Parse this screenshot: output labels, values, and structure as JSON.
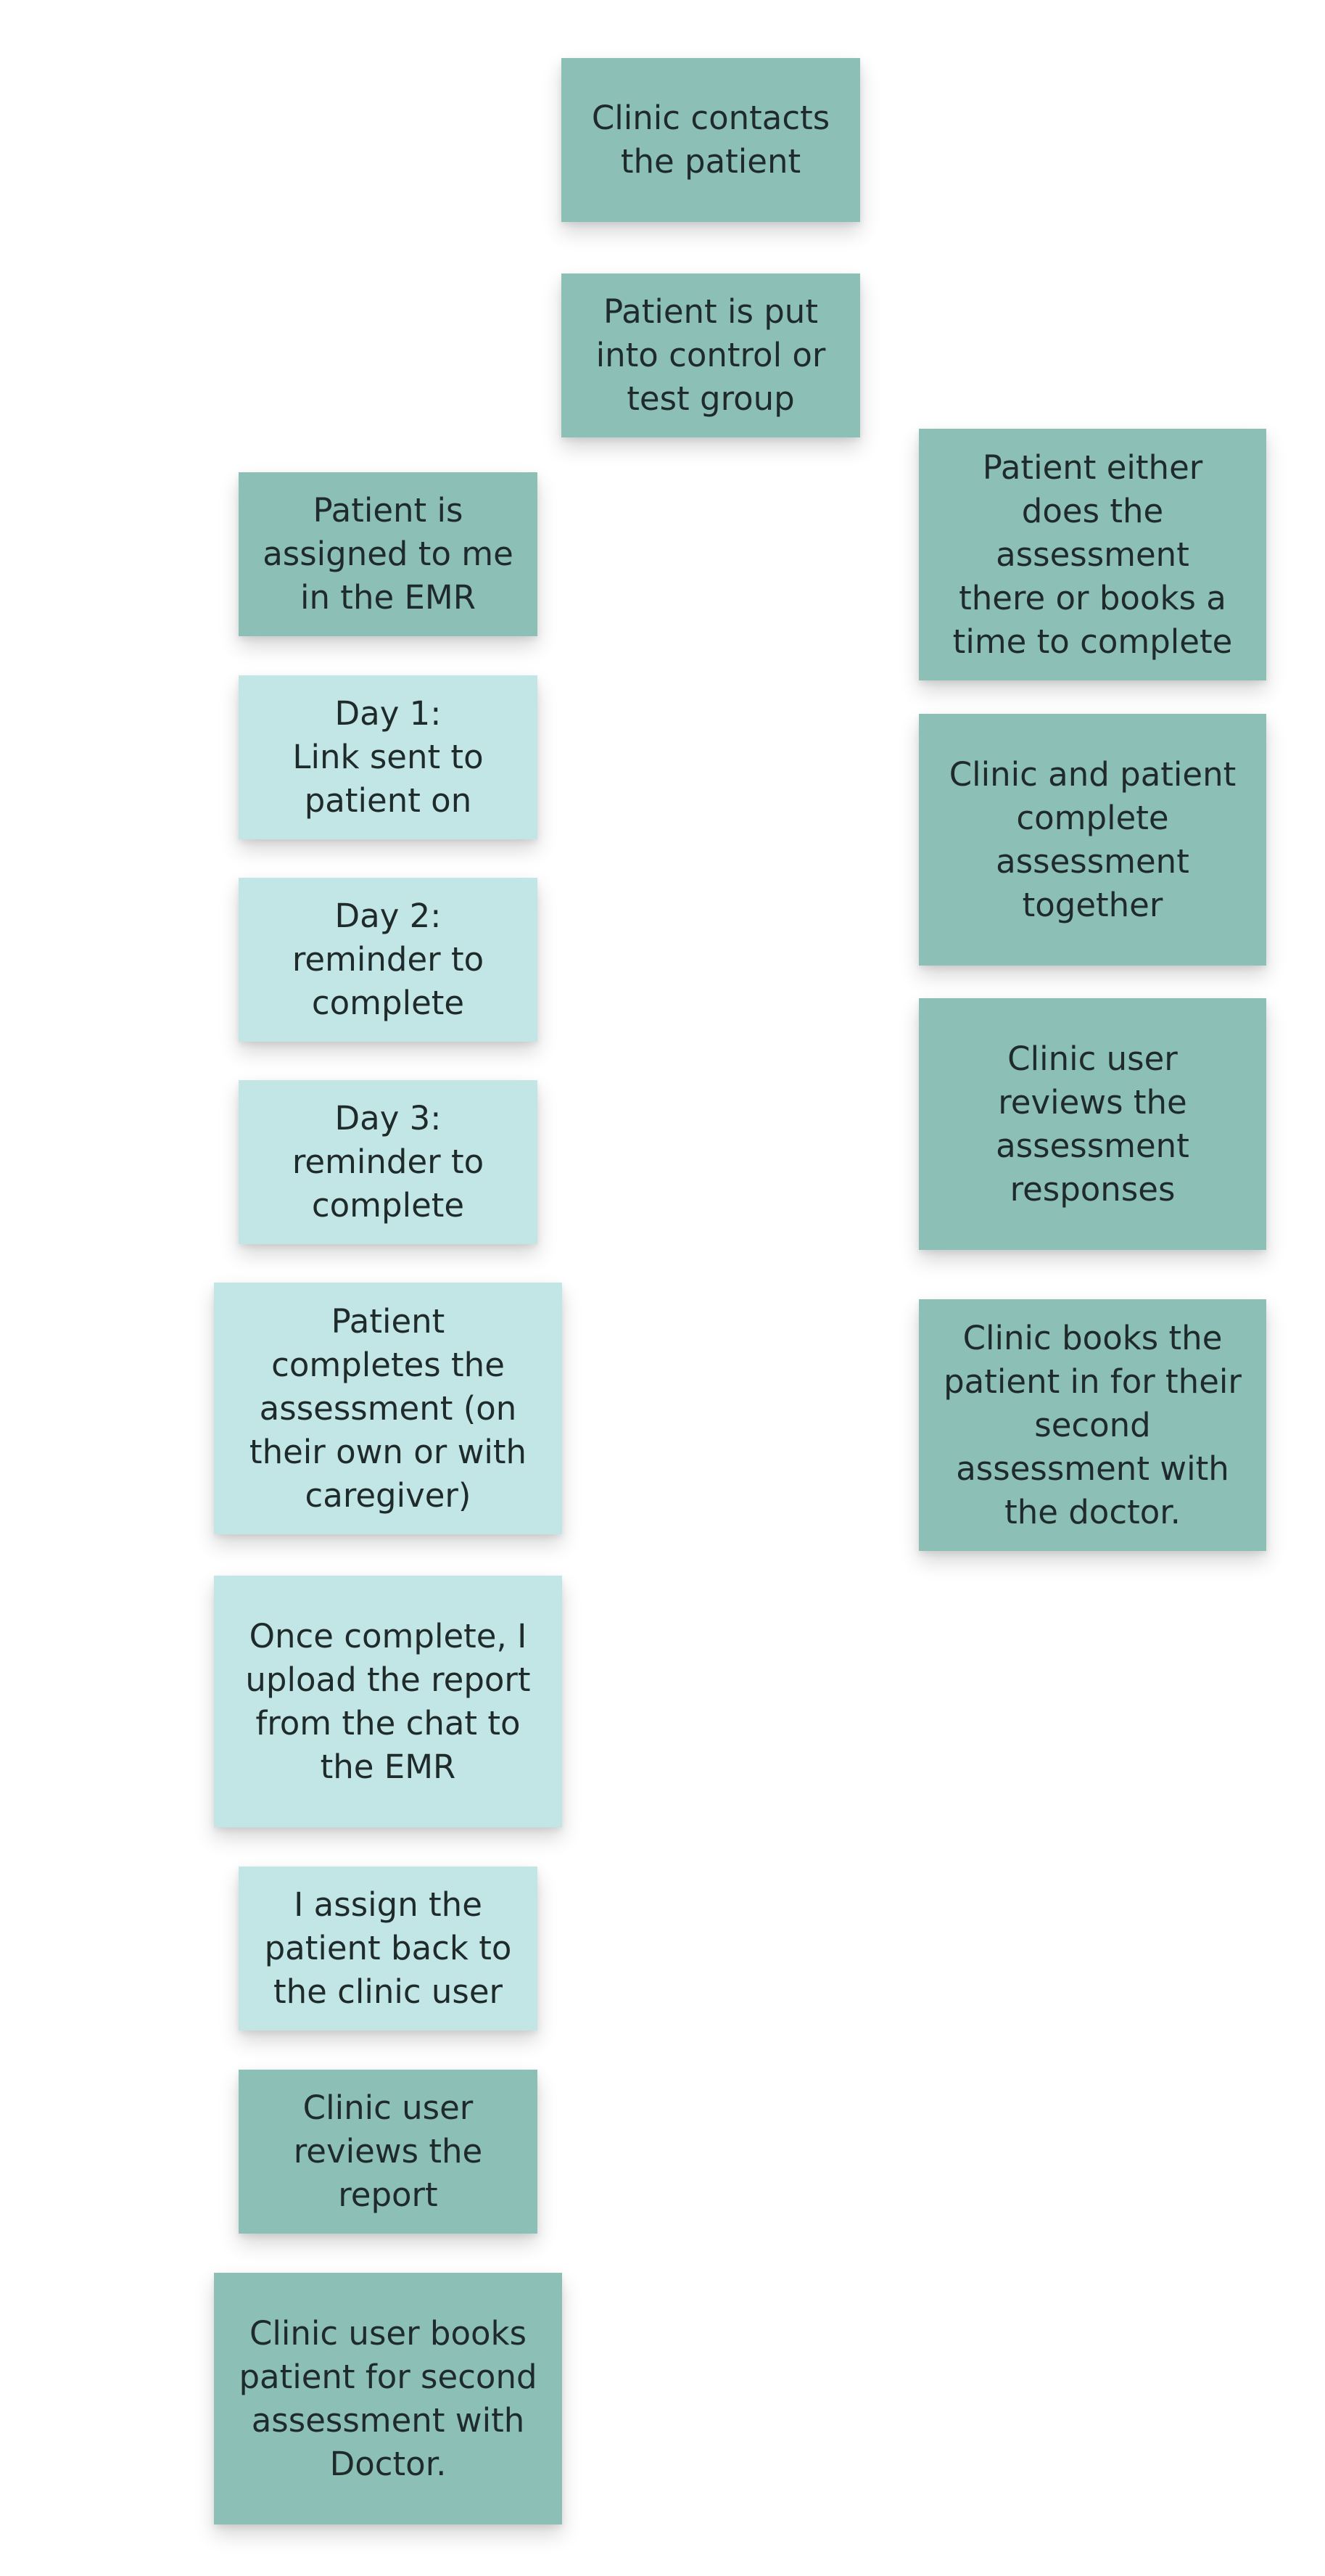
{
  "colors": {
    "note_dark": "#8cbfb6",
    "note_light": "#c2e5e6",
    "text": "#1f2a2a"
  },
  "notes": [
    {
      "text": "Clinic contacts\nthe patient",
      "color": "dark"
    },
    {
      "text": "Patient is put\ninto control or\ntest group",
      "color": "dark"
    },
    {
      "text": "Patient is\nassigned to me\nin the EMR",
      "color": "dark"
    },
    {
      "text": "Day 1:\nLink sent to\npatient on",
      "color": "light"
    },
    {
      "text": "Day 2:\nreminder to\ncomplete",
      "color": "light"
    },
    {
      "text": "Day 3:\nreminder to\ncomplete",
      "color": "light"
    },
    {
      "text": "Patient\ncompletes the\nassessment (on\ntheir own or with\ncaregiver)",
      "color": "light"
    },
    {
      "text": "Once complete, I\nupload the report\nfrom the chat to\nthe EMR",
      "color": "light"
    },
    {
      "text": "I assign the\npatient back to\nthe clinic user",
      "color": "light"
    },
    {
      "text": "Clinic user\nreviews the\nreport",
      "color": "dark"
    },
    {
      "text": "Clinic user books\npatient for second\nassessment with\nDoctor.",
      "color": "dark"
    },
    {
      "text": "Patient either\ndoes the\nassessment\nthere or books a\ntime to complete",
      "color": "dark"
    },
    {
      "text": "Clinic and patient\ncomplete\nassessment\ntogether",
      "color": "dark"
    },
    {
      "text": "Clinic user\nreviews the\nassessment\nresponses",
      "color": "dark"
    },
    {
      "text": "Clinic books the\npatient in for their\nsecond\nassessment with\nthe doctor.",
      "color": "dark"
    }
  ]
}
